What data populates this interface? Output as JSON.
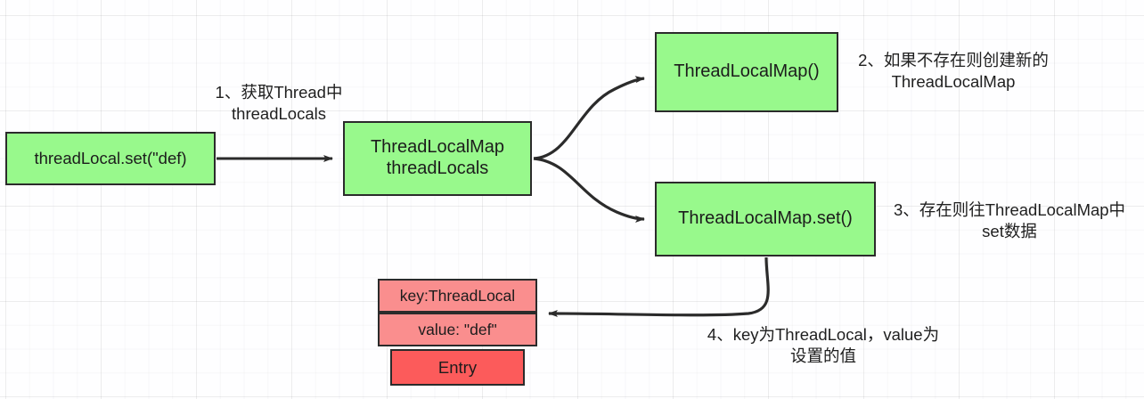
{
  "diagram": {
    "title": "ThreadLocal set flow",
    "colors": {
      "node_green": "#98f98c",
      "node_pink": "#fa8e8e",
      "node_red": "#fc5b5b",
      "stroke": "#2b2b2b",
      "text": "#1c1c1c",
      "background": "#fefeff",
      "grid_line": "rgba(0,0,0,0.045)"
    },
    "nodes": {
      "set_call": "threadLocal.set(\"def)",
      "thread_locals": "ThreadLocalMap\nthreadLocals",
      "new_map": "ThreadLocalMap()",
      "map_set": "ThreadLocalMap.set()",
      "entry_key": "key:ThreadLocal",
      "entry_value": "value: \"def\"",
      "entry_label": "Entry"
    },
    "annotations": {
      "step1": "1、获取Thread中\nthreadLocals",
      "step2": "2、如果不存在则创建新的\nThreadLocalMap",
      "step3": "3、存在则往ThreadLocalMap中\nset数据",
      "step4": "4、key为ThreadLocal，value为\n设置的值"
    },
    "edges": [
      {
        "name": "set-to-threadlocals",
        "style": "straight",
        "arrow": "end"
      },
      {
        "name": "threadlocals-to-new-map",
        "style": "curve",
        "arrow": "end"
      },
      {
        "name": "threadlocals-to-map-set",
        "style": "curve",
        "arrow": "end"
      },
      {
        "name": "map-set-to-entry",
        "style": "curve",
        "arrow": "end"
      }
    ]
  }
}
